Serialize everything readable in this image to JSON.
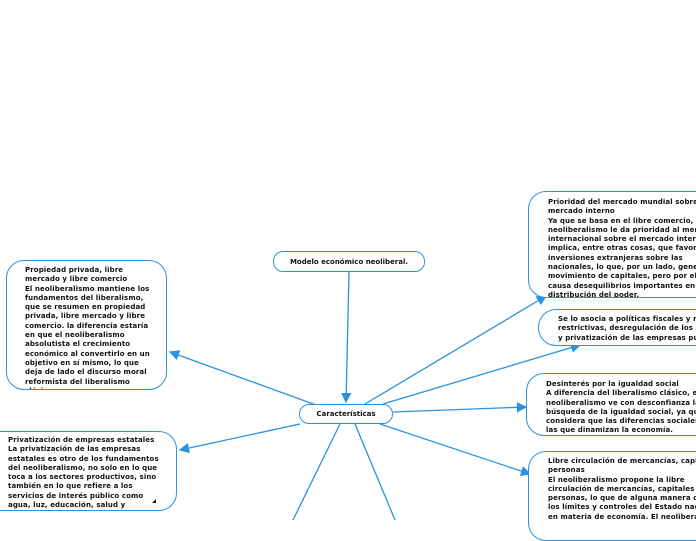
{
  "main_topic": "Modelo económico neoliberal.",
  "central": "Características",
  "nodes": {
    "left1": "Propiedad privada, libre\nmercado y libre comercio\nEl neoliberalismo mantiene los\nfundamentos del liberalismo,\nque se resumen en propiedad\nprivada, libre mercado y libre\ncomercio. la diferencia estaría\nen que el neoliberalismo\nabsolutista el crecimiento\neconómico al convertirlo en un\nobjetivo en sí mismo, lo que\ndeja de lado el discurso moral\nreformista del liberalismo\nclásico.",
    "left2": "Privatización de empresas estatales\nLa privatización de las empresas\nestatales es otro de los fundamentos\ndel neoliberalismo, no solo en lo que\ntoca a los sectores productivos, sino\ntambién en lo que refiere a los\nservicios de interés público como\nagua, luz, educación, salud y",
    "right1": "Prioridad del mercado mundial sobre e\nmercado interno\nYa que se basa en el libre comercio, e\nneoliberalismo le da prioridad al merc\ninternacional sobre el mercado intern\nimplica, entre otras cosas, que favore\ninversiones extranjeras sobre las\nnacionales, lo que, por un lado, gener\nmovimiento de capitales, pero por el o\ncausa desequilibrios importantes en la\ndistribución del poder.",
    "right2": "Se lo asocia a políticas fiscales y me\nrestrictivas, desregulación de los m\ny privatización de las empresas púb",
    "right3": "Desinterés por la igualdad social\nA diferencia del liberalismo clásico, el\nneoliberalismo ve con desconfianza la\nbúsqueda de la igualdad social, ya que\nconsidera que las diferencias sociales\nlas que dinamizan la economía.",
    "right4": "Libre circulación de mercancías, capita\npersonas\nEl neoliberalismo propone la libre\ncirculación de mercancías, capitales y\npersonas, lo que de alguna manera de\nlos límites y controles del Estado naci\nen materia de economía. El neoliberal"
  },
  "colors": {
    "accent": "#2a92e0"
  }
}
